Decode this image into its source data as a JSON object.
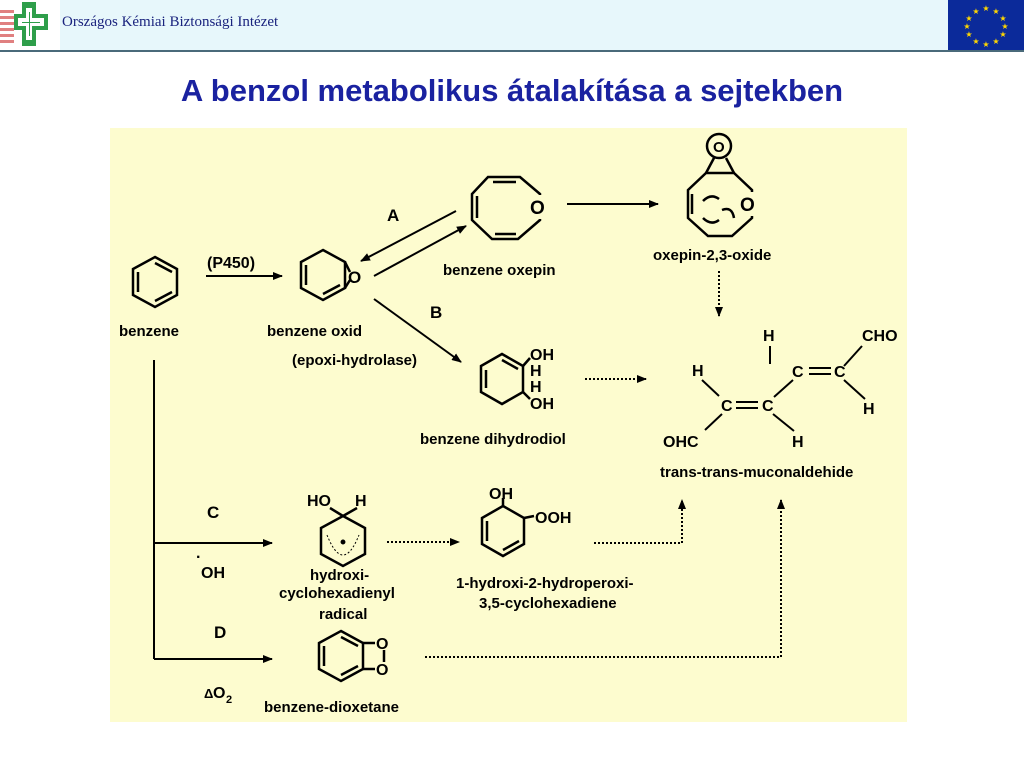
{
  "header": {
    "org_name": "Országos Kémiai Biztonsági Intézet",
    "accent_color": "#1a237e",
    "logo_icon": "green-cross-logo-icon",
    "flag_icon": "eu-flag-icon"
  },
  "title": "A benzol metabolikus átalakítása a sejtekben",
  "diagram": {
    "path_labels": {
      "a": "A",
      "b": "B",
      "c": "C",
      "d": "D"
    },
    "enzyme_p450": "(P450)",
    "enzyme_epoxi": "(epoxi-hydrolase)",
    "reagent_oh": "OH",
    "reagent_oh_dot": "·",
    "reagent_o2_delta": "Δ",
    "reagent_o2": "O",
    "reagent_o2_sub": "2",
    "compounds": {
      "benzene": "benzene",
      "benzene_oxid": "benzene oxid",
      "benzene_oxepin": "benzene oxepin",
      "oxepin_oxide": "oxepin-2,3-oxide",
      "dihydrodiol": "benzene dihydrodiol",
      "muconaldehyde": "trans-trans-muconaldehide",
      "hydroxy_radical_1": "hydroxi-",
      "hydroxy_radical_2": "cyclohexadienyl",
      "hydroxy_radical_3": "radical",
      "hydroperoxy_1": "1-hydroxi-2-hydroperoxi-",
      "hydroperoxy_2": "3,5-cyclohexadiene",
      "dioxetane": "benzene-dioxetane"
    },
    "atoms": {
      "O": "O",
      "OH": "OH",
      "H": "H",
      "HO": "HO",
      "OOH": "OOH",
      "C": "C",
      "CHO": "CHO",
      "OHC": "OHC"
    }
  }
}
